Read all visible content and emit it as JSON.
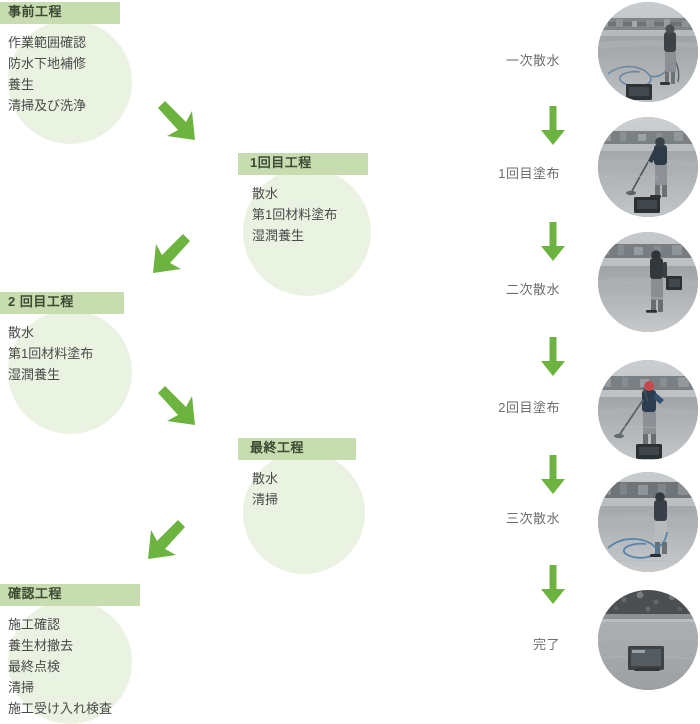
{
  "theme": {
    "header_bg": "#c7ddb0",
    "header_text": "#3d4a33",
    "blob_bg": "#eaf3e2",
    "arrow_green": "#6cb33f",
    "body_text": "#4a4a4a",
    "label_text": "#6d6d6d",
    "page_bg": "#ffffff"
  },
  "left_flow": {
    "steps": [
      {
        "id": "pre-work",
        "title": "事前工程",
        "items": [
          "作業範囲確認",
          "防水下地補修",
          "養生",
          "清掃及び洗浄"
        ]
      },
      {
        "id": "first-pass",
        "title": "1回目工程",
        "items": [
          "散水",
          "第1回材料塗布",
          "湿潤養生"
        ]
      },
      {
        "id": "second-pass",
        "title": "2 回目工程",
        "items": [
          "散水",
          "第1回材料塗布",
          "湿潤養生"
        ]
      },
      {
        "id": "final-pass",
        "title": "最終工程",
        "items": [
          "散水",
          "清掃"
        ]
      },
      {
        "id": "confirmation",
        "title": "確認工程",
        "items": [
          "施工確認",
          "養生材撤去",
          "最終点検",
          "清掃",
          "施工受け入れ検査"
        ]
      }
    ],
    "connectors": [
      {
        "id": "connector-1",
        "icon": "arrow-down-right-icon",
        "direction": "down-right"
      },
      {
        "id": "connector-2",
        "icon": "arrow-down-left-icon",
        "direction": "down-left"
      },
      {
        "id": "connector-3",
        "icon": "arrow-down-right-icon",
        "direction": "down-right"
      },
      {
        "id": "connector-4",
        "icon": "arrow-down-left-icon",
        "direction": "down-left"
      }
    ]
  },
  "photo_flow": {
    "rows": [
      {
        "id": "row-1",
        "label": "一次散水",
        "photo_alt": "worker-hosing-rooftop-photo"
      },
      {
        "id": "row-2",
        "label": "1回目塗布",
        "photo_alt": "worker-spraying-first-coat-photo"
      },
      {
        "id": "row-3",
        "label": "二次散水",
        "photo_alt": "worker-standing-with-equipment-photo"
      },
      {
        "id": "row-4",
        "label": "2回目塗布",
        "photo_alt": "worker-spraying-second-coat-photo"
      },
      {
        "id": "row-5",
        "label": "三次散水",
        "photo_alt": "worker-hosing-final-rinse-photo"
      },
      {
        "id": "row-6",
        "label": "完了",
        "photo_alt": "finished-rooftop-surface-photo"
      }
    ],
    "connectors": [
      {
        "id": "photo-connector-1",
        "icon": "arrow-down-icon"
      },
      {
        "id": "photo-connector-2",
        "icon": "arrow-down-icon"
      },
      {
        "id": "photo-connector-3",
        "icon": "arrow-down-icon"
      },
      {
        "id": "photo-connector-4",
        "icon": "arrow-down-icon"
      },
      {
        "id": "photo-connector-5",
        "icon": "arrow-down-icon"
      }
    ]
  }
}
